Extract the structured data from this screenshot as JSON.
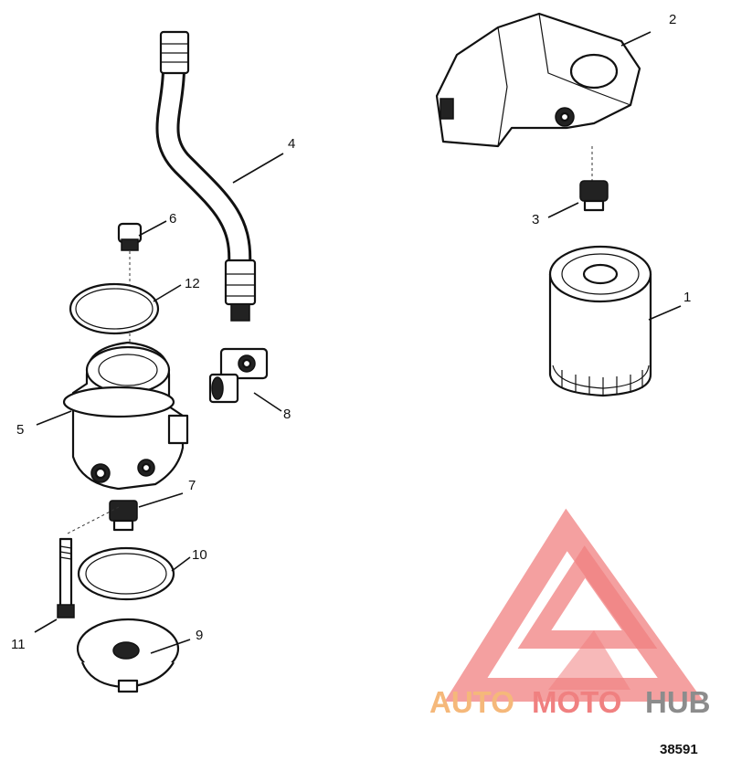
{
  "callouts": [
    "1",
    "2",
    "3",
    "4",
    "5",
    "6",
    "7",
    "8",
    "9",
    "10",
    "11",
    "12"
  ],
  "figure_id": "38591",
  "watermark": {
    "part1": "AUTO",
    "part2": "MOTO",
    "part3": "HUB",
    "color_orange": "#F5B87A",
    "color_red": "#F08080",
    "color_gray": "#8C8C8C"
  }
}
